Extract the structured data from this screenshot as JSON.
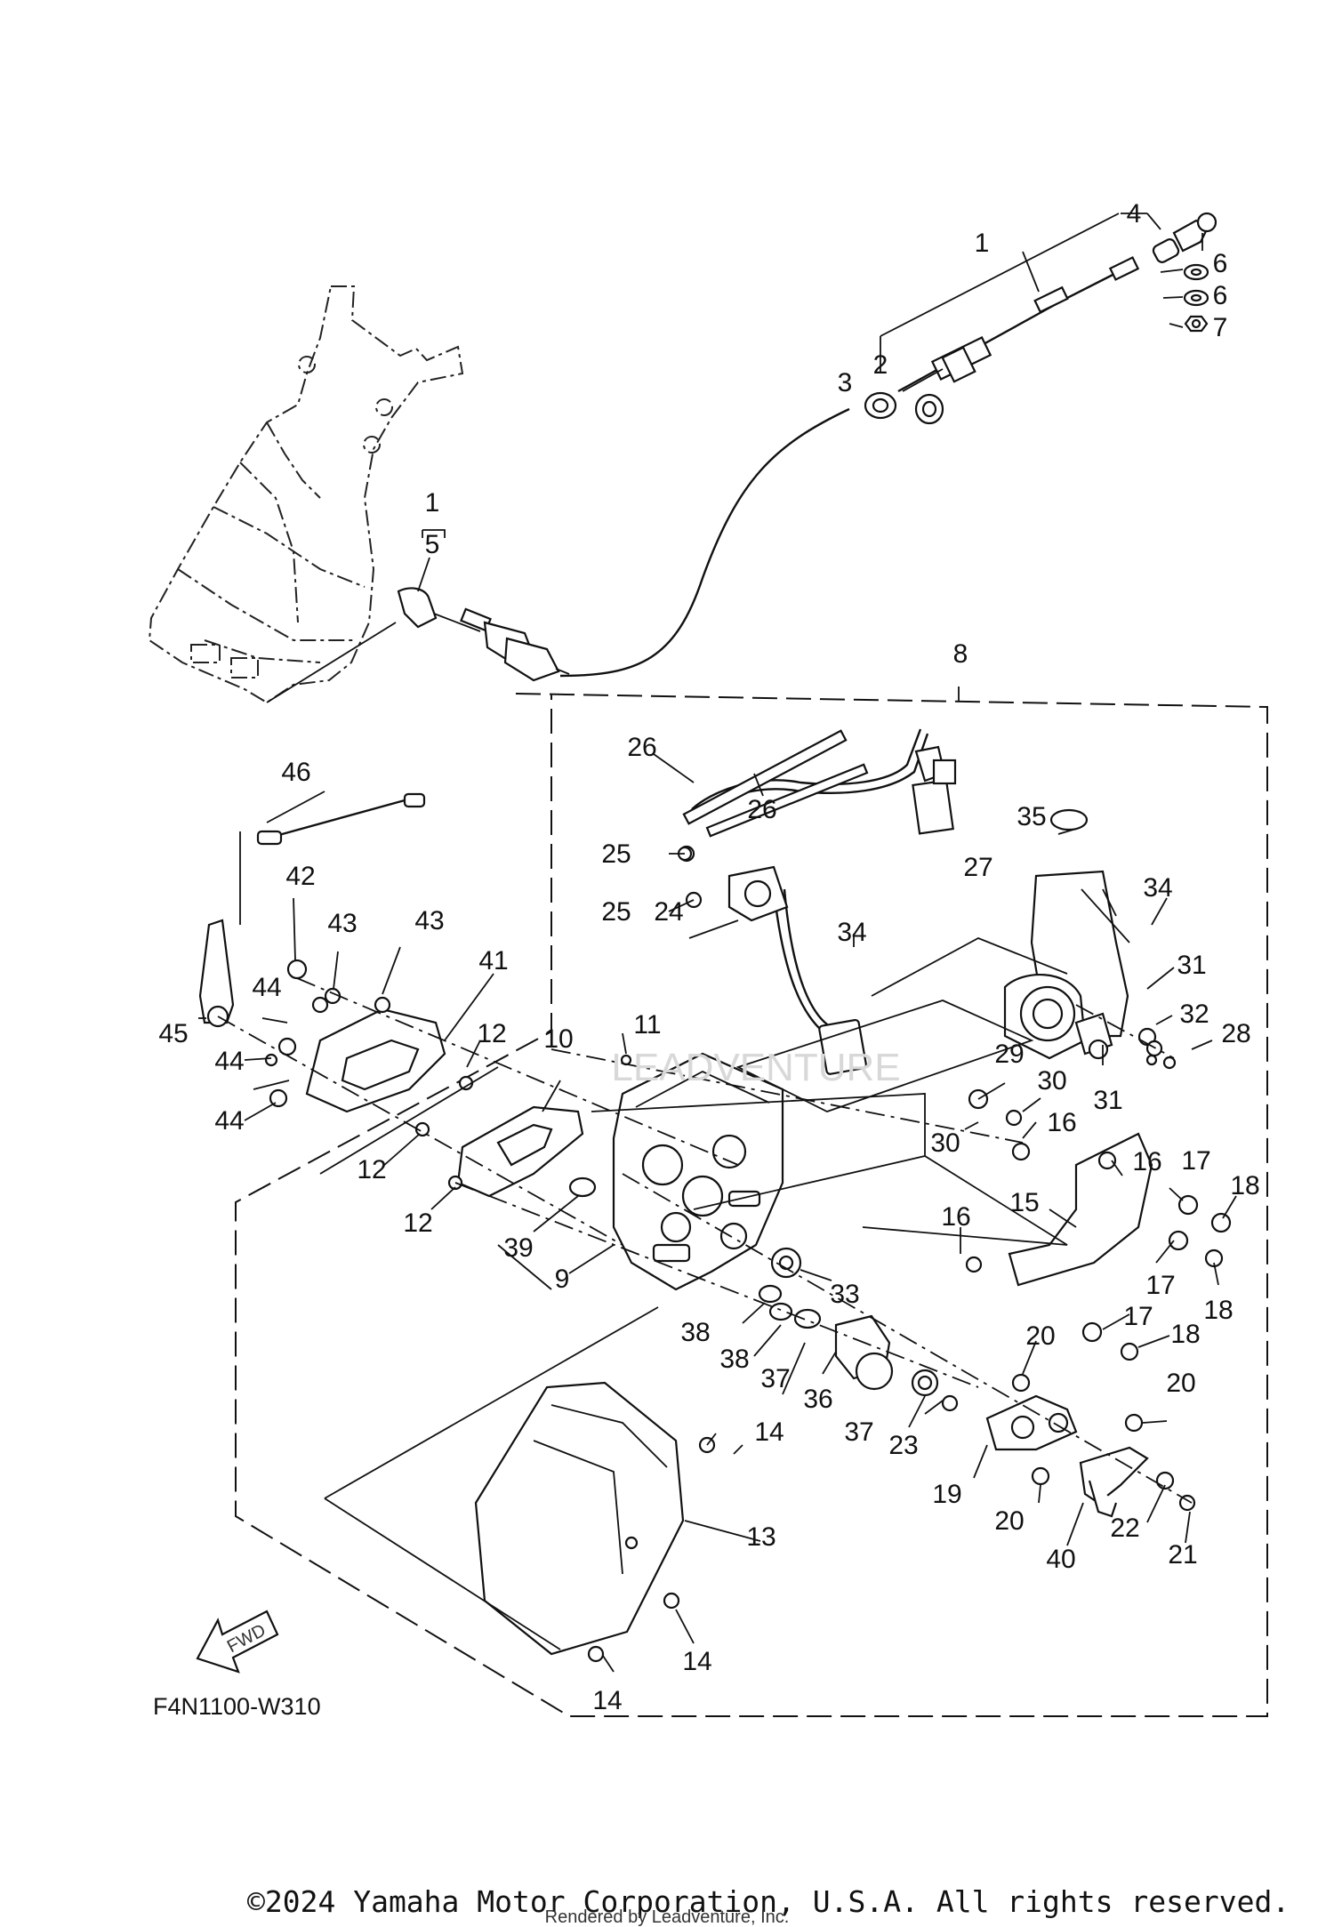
{
  "diagram": {
    "code": "F4N1100-W310",
    "fwd_label": "FWD",
    "footer": "©2024 Yamaha Motor Corporation, U.S.A. All rights reserved.",
    "rendered_by": "Rendered by Leadventure, Inc.",
    "watermark": "LEADVENTURE",
    "callouts": [
      "1",
      "1",
      "2",
      "3",
      "4",
      "5",
      "6",
      "6",
      "7",
      "8",
      "9",
      "10",
      "11",
      "12",
      "12",
      "12",
      "13",
      "14",
      "14",
      "14",
      "15",
      "16",
      "16",
      "16",
      "17",
      "17",
      "17",
      "18",
      "18",
      "18",
      "19",
      "20",
      "20",
      "20",
      "21",
      "22",
      "23",
      "24",
      "25",
      "25",
      "26",
      "26",
      "27",
      "28",
      "29",
      "30",
      "30",
      "31",
      "31",
      "32",
      "33",
      "34",
      "34",
      "35",
      "36",
      "37",
      "37",
      "38",
      "38",
      "39",
      "40",
      "41",
      "42",
      "43",
      "43",
      "44",
      "44",
      "44",
      "45",
      "46"
    ]
  }
}
